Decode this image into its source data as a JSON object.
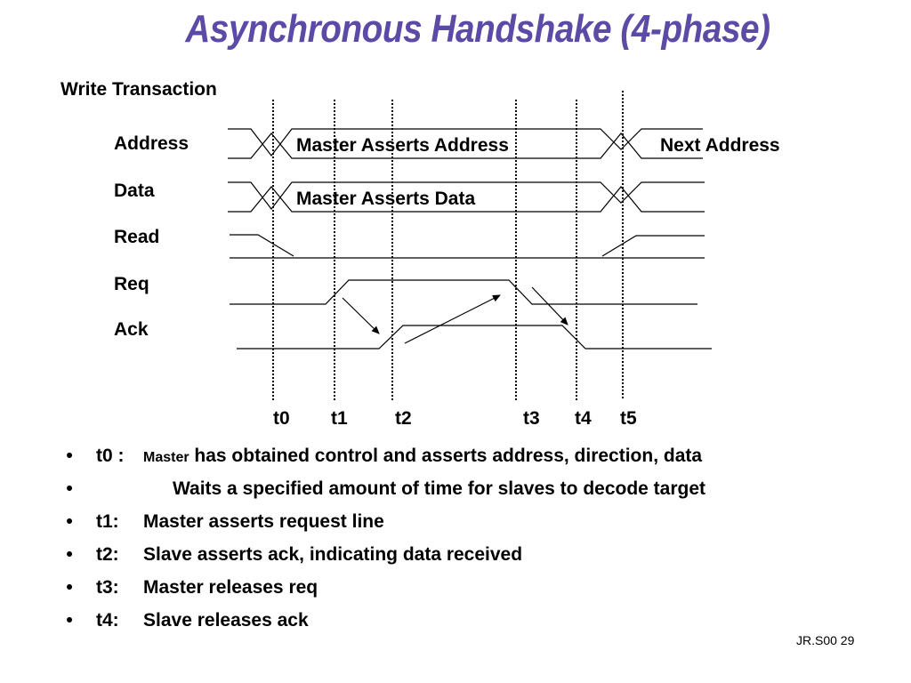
{
  "title": "Asynchronous Handshake (4-phase)",
  "subtitle": "Write Transaction",
  "signals": [
    "Address",
    "Data",
    "Read",
    "Req",
    "Ack"
  ],
  "annotations": {
    "master_address": "Master Asserts Address",
    "next_address": "Next Address",
    "master_data": "Master Asserts Data"
  },
  "time_labels": [
    "t0",
    "t1",
    "t2",
    "t3",
    "t4",
    "t5"
  ],
  "bullets": [
    {
      "label": "t0 :",
      "small": "Master",
      "text": " has obtained control and asserts address, direction, data"
    },
    {
      "label": "",
      "small": "",
      "text": "Waits a specified amount of time for slaves to decode target"
    },
    {
      "label": "t1:",
      "small": "",
      "text": "Master asserts request line"
    },
    {
      "label": "t2:",
      "small": "",
      "text": "Slave asserts ack, indicating data received"
    },
    {
      "label": "t3:",
      "small": "",
      "text": "Master releases req"
    },
    {
      "label": "t4:",
      "small": "",
      "text": "Slave releases ack"
    }
  ],
  "footer": "JR.S00 29"
}
